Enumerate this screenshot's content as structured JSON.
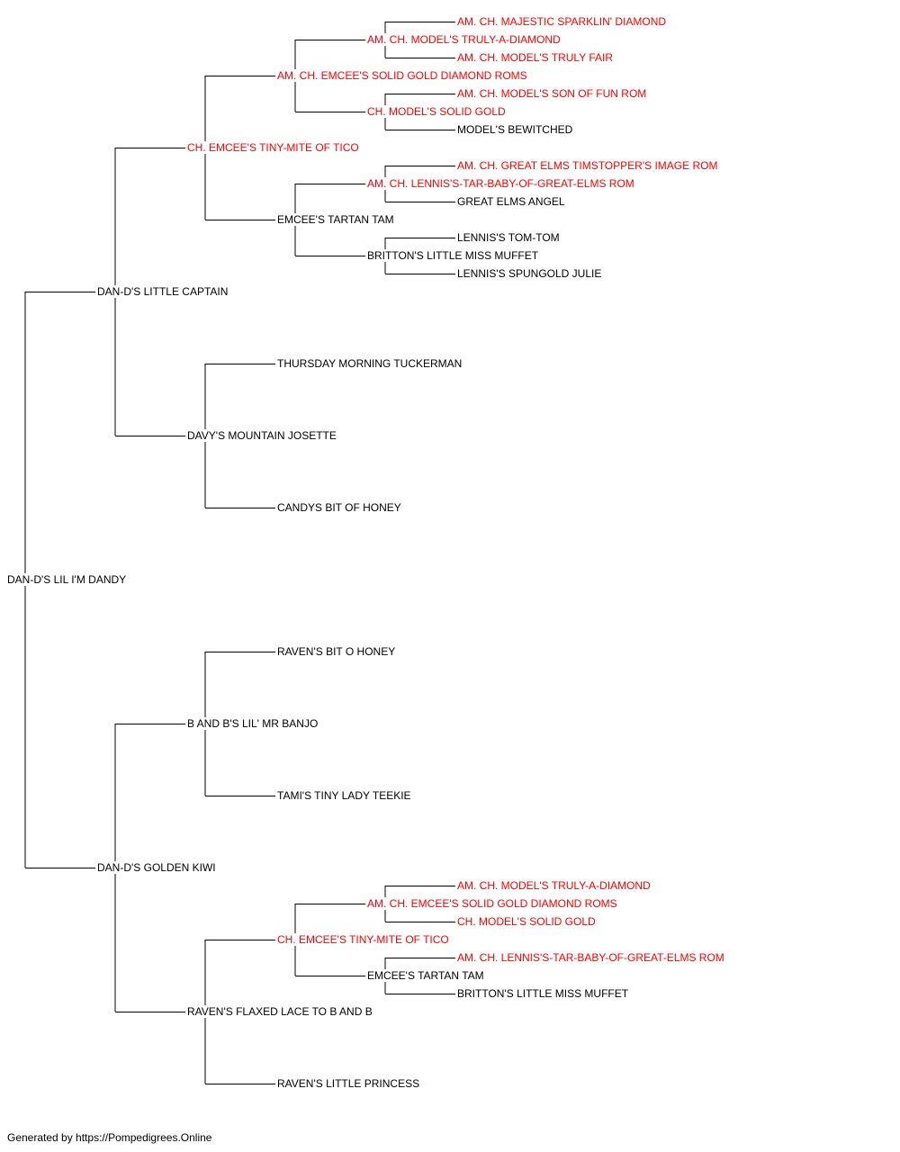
{
  "colors": {
    "champion": "#ff0000",
    "normal": "#000000",
    "line": "#000000"
  },
  "pedigree": {
    "name": "DAN-D'S LIL I'M DANDY",
    "sire": {
      "name": "DAN-D'S LITTLE CAPTAIN",
      "sire": {
        "name": "CH. EMCEE'S TINY-MITE OF TICO",
        "titled": true,
        "sire": {
          "name": "AM. CH. EMCEE'S SOLID GOLD DIAMOND ROMS",
          "titled": true,
          "sire": {
            "name": "AM. CH. MODEL'S TRULY-A-DIAMOND",
            "titled": true,
            "sire": {
              "name": "AM. CH. MAJESTIC SPARKLIN' DIAMOND",
              "titled": true
            },
            "dam": {
              "name": "AM. CH. MODEL'S TRULY FAIR",
              "titled": true
            }
          },
          "dam": {
            "name": "CH. MODEL'S SOLID GOLD",
            "titled": true,
            "sire": {
              "name": "AM. CH. MODEL'S SON OF FUN ROM",
              "titled": true
            },
            "dam": {
              "name": "MODEL'S BEWITCHED"
            }
          }
        },
        "dam": {
          "name": "EMCEE'S TARTAN TAM",
          "sire": {
            "name": "AM. CH. LENNIS'S-TAR-BABY-OF-GREAT-ELMS ROM",
            "titled": true,
            "sire": {
              "name": "AM. CH. GREAT ELMS TIMSTOPPER'S IMAGE ROM",
              "titled": true
            },
            "dam": {
              "name": "GREAT ELMS ANGEL"
            }
          },
          "dam": {
            "name": "BRITTON'S LITTLE MISS MUFFET",
            "sire": {
              "name": "LENNIS'S TOM-TOM"
            },
            "dam": {
              "name": "LENNIS'S SPUNGOLD JULIE"
            }
          }
        }
      },
      "dam": {
        "name": "DAVY'S MOUNTAIN JOSETTE",
        "sire": {
          "name": "THURSDAY MORNING TUCKERMAN"
        },
        "dam": {
          "name": "CANDYS BIT OF HONEY"
        }
      }
    },
    "dam": {
      "name": "DAN-D'S GOLDEN KIWI",
      "sire": {
        "name": "B AND B'S LIL' MR BANJO",
        "sire": {
          "name": "RAVEN'S BIT O HONEY"
        },
        "dam": {
          "name": "TAMI'S TINY LADY TEEKIE"
        }
      },
      "dam": {
        "name": "RAVEN'S FLAXED LACE TO B AND B",
        "sire": {
          "name": "CH. EMCEE'S TINY-MITE OF TICO",
          "titled": true,
          "sire": {
            "name": "AM. CH. EMCEE'S SOLID GOLD DIAMOND ROMS",
            "titled": true,
            "sire": {
              "name": "AM. CH. MODEL'S TRULY-A-DIAMOND",
              "titled": true
            },
            "dam": {
              "name": "CH. MODEL'S SOLID GOLD",
              "titled": true
            }
          },
          "dam": {
            "name": "EMCEE'S TARTAN TAM",
            "sire": {
              "name": "AM. CH. LENNIS'S-TAR-BABY-OF-GREAT-ELMS ROM",
              "titled": true
            },
            "dam": {
              "name": "BRITTON'S LITTLE MISS MUFFET"
            }
          }
        },
        "dam": {
          "name": "RAVEN'S LITTLE PRINCESS"
        }
      }
    }
  },
  "footer": {
    "text": "Generated by https://Pompedigrees.Online"
  }
}
